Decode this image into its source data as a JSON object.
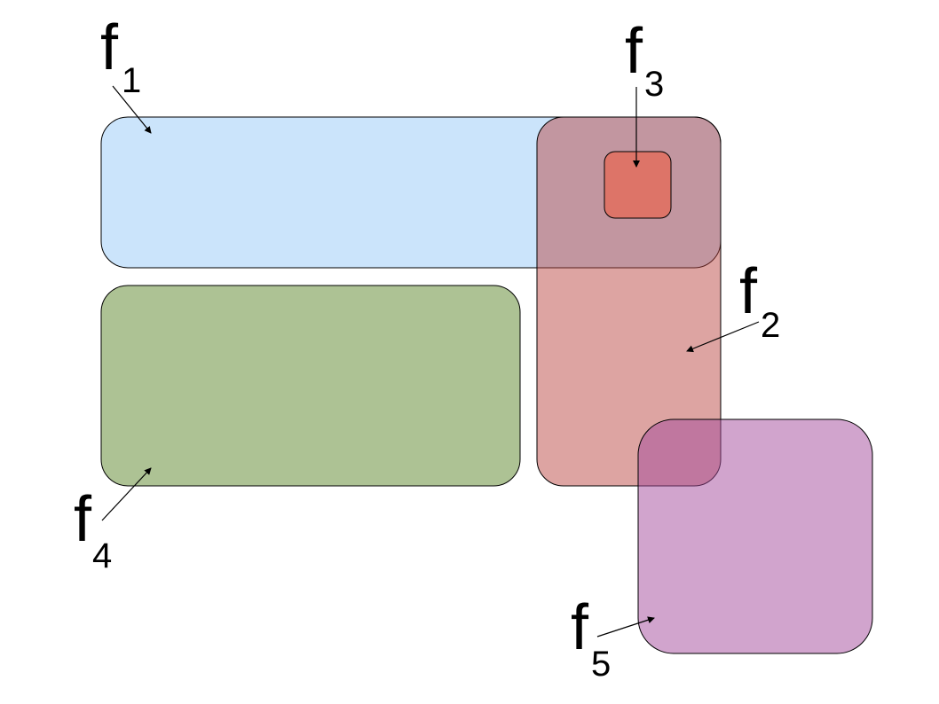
{
  "diagram": {
    "regions": [
      {
        "id": "f1",
        "letter": "f",
        "index": "1",
        "fill": "#cbe4fb",
        "opacity": 1
      },
      {
        "id": "f2",
        "letter": "f",
        "index": "2",
        "fill": "#b8403c",
        "opacity": 0.48
      },
      {
        "id": "f3",
        "letter": "f",
        "index": "3",
        "fill": "#e26f5e",
        "opacity": 0.85
      },
      {
        "id": "f4",
        "letter": "f",
        "index": "4",
        "fill": "#adc294",
        "opacity": 1
      },
      {
        "id": "f5",
        "letter": "f",
        "index": "5",
        "fill": "#a44a9c",
        "opacity": 0.5
      }
    ]
  }
}
